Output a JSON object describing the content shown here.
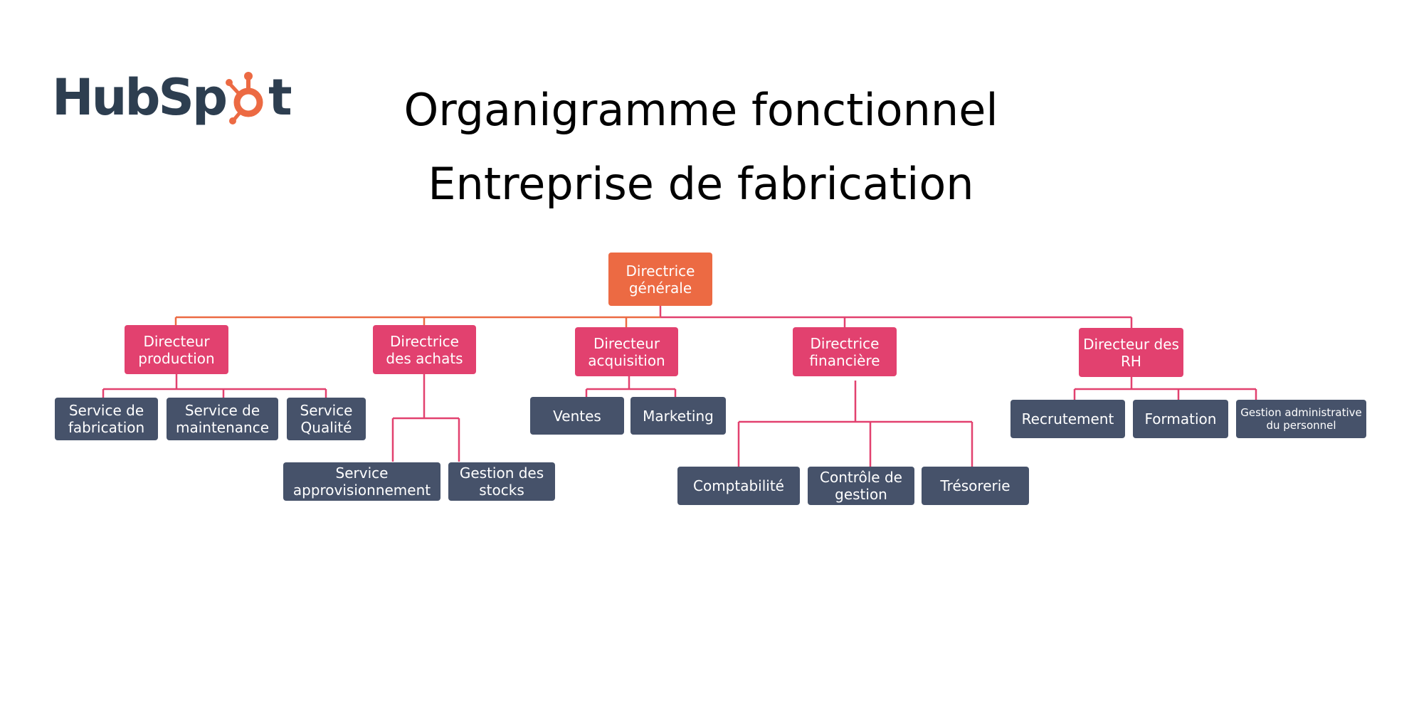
{
  "logo": {
    "text_before": "HubSp",
    "text_after": "t",
    "brand_color": "#2d3e50",
    "sprocket_color": "#ec6a43"
  },
  "title": {
    "line1": "Organigramme fonctionnel",
    "line2": "Entreprise de fabrication"
  },
  "colors": {
    "ceo": "#ec6a43",
    "director": "#e2416f",
    "service": "#46526a"
  },
  "ceo": "Directrice générale",
  "directors": [
    {
      "label": "Directeur production",
      "services": [
        "Service de fabrication",
        "Service de maintenance",
        "Service Qualité"
      ]
    },
    {
      "label": "Directrice des achats",
      "services": [
        "Service approvisionnement",
        "Gestion des stocks"
      ]
    },
    {
      "label": "Directeur acquisition",
      "services": [
        "Ventes",
        "Marketing"
      ]
    },
    {
      "label": "Directrice financière",
      "services": [
        "Comptabilité",
        "Contrôle de gestion",
        "Trésorerie"
      ]
    },
    {
      "label": "Directeur des RH",
      "services": [
        "Recrutement",
        "Formation",
        "Gestion administrative du personnel"
      ]
    }
  ]
}
